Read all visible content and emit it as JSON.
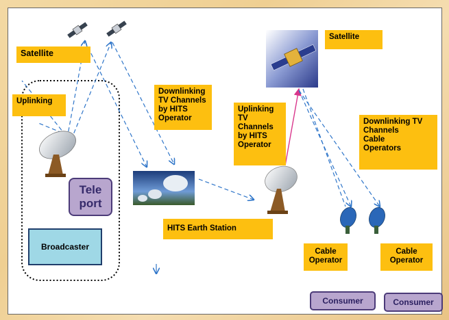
{
  "labels": {
    "satellite_left": "Satellite",
    "uplinking": "Uplinking",
    "downlink_hits": "Downlinking\nTV Channels\nby HITS\nOperator",
    "uplink_hits": "Uplinking\nTV\nChannels\nby HITS\nOperator",
    "satellite_right": "Satellite",
    "downlink_cable": "Downlinking TV\nChannels\nCable\nOperators",
    "hits_station": "HITS  Earth Station",
    "cable_operator_1": "Cable\nOperator",
    "cable_operator_2": "Cable\nOperator"
  },
  "teleport": "Tele\nport",
  "broadcaster": "Broadcaster",
  "consumers": [
    "Consumer",
    "Consumer"
  ],
  "colors": {
    "label_fill": "#fdbf10",
    "arrow": "#2e75c9",
    "uplink_arrow": "#d9368b",
    "box_purple": "#b8a6ce",
    "box_cyan": "#9fd8e6"
  },
  "icons": [
    "satellite-icon",
    "dish-antenna-icon",
    "earth-station-dishes-icon",
    "cable-dish-icon"
  ]
}
